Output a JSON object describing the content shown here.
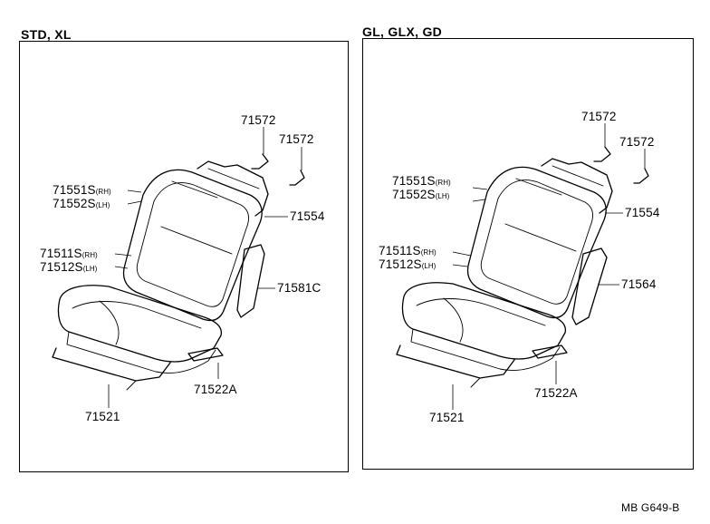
{
  "left_panel": {
    "title": "STD, XL",
    "labels": {
      "clip_a": "71572",
      "clip_b": "71572",
      "back_cover_rh": "71551S",
      "back_cover_rh_suffix": "(RH)",
      "back_cover_lh": "71552S",
      "back_cover_lh_suffix": "(LH)",
      "headrest_cover": "71554",
      "cushion_cover_rh": "71511S",
      "cushion_cover_rh_suffix": "(RH)",
      "cushion_cover_lh": "71512S",
      "cushion_cover_lh_suffix": "(LH)",
      "side_pad": "71581C",
      "cushion_plate": "71521",
      "cushion_plate_lower": "71522A"
    }
  },
  "right_panel": {
    "title": "GL, GLX, GD",
    "labels": {
      "clip_a": "71572",
      "clip_b": "71572",
      "back_cover_rh": "71551S",
      "back_cover_rh_suffix": "(RH)",
      "back_cover_lh": "71552S",
      "back_cover_lh_suffix": "(LH)",
      "headrest_cover": "71554",
      "cushion_cover_rh": "71511S",
      "cushion_cover_rh_suffix": "(RH)",
      "cushion_cover_lh": "71512S",
      "cushion_cover_lh_suffix": "(LH)",
      "side_pad": "71564",
      "cushion_plate": "71521",
      "cushion_plate_lower": "71522A"
    }
  },
  "figure_code": "MB G649-B"
}
